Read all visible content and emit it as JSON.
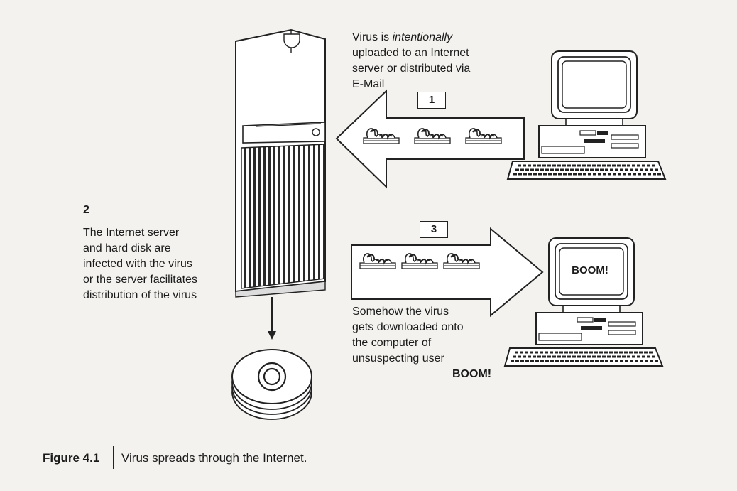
{
  "step1": {
    "number": "1",
    "line1_prefix": "Virus is ",
    "line1_em": "intentionally",
    "line2": "uploaded to an Internet",
    "line3": "server or distributed via",
    "line4": "E-Mail"
  },
  "step2": {
    "number": "2",
    "line1": "The Internet server",
    "line2": "and hard disk are",
    "line3": "infected with the virus",
    "line4": "or the server facilitates",
    "line5": "distribution of the virus"
  },
  "step3": {
    "number": "3",
    "line1": "Somehow the virus",
    "line2": "gets downloaded onto",
    "line3": "the computer of",
    "line4": "unsuspecting user",
    "boom": "BOOM!"
  },
  "screen_text": "BOOM!",
  "caption": {
    "label": "Figure 4.1",
    "text": "Virus spreads through the Internet."
  },
  "icons": [
    "server-tower-icon",
    "disk-stack-icon",
    "computer-icon",
    "virus-worm-icon",
    "arrow-left-icon",
    "arrow-right-icon"
  ]
}
